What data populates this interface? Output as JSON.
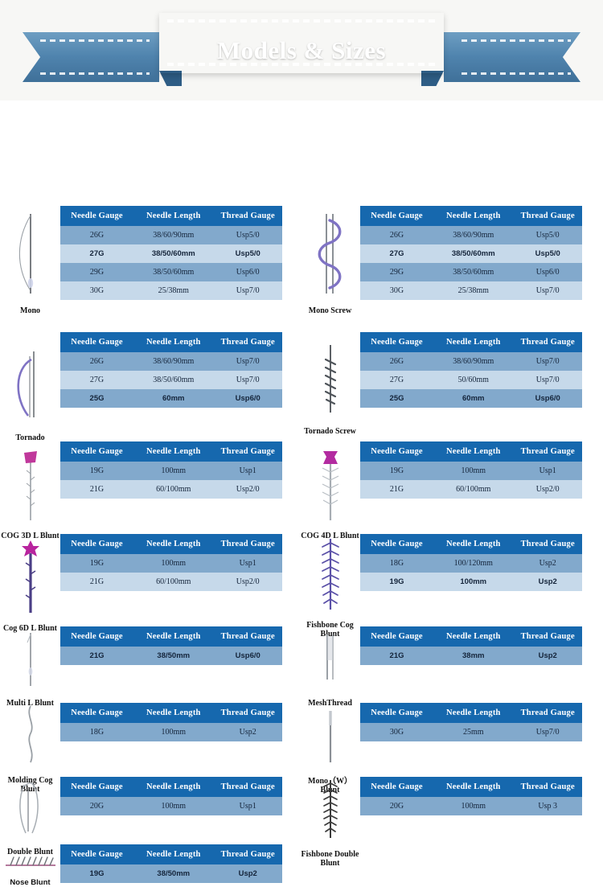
{
  "banner": {
    "title": "Models & Sizes"
  },
  "table_headers": [
    "Needle Gauge",
    "Needle Length",
    "Thread Gauge"
  ],
  "colors": {
    "header_blue": "#1668ae",
    "row_medium": "#82a9cc",
    "row_light": "#c6d9ea",
    "ribbon_blue": "#5b90b9",
    "page_background": "#ffffff"
  },
  "products": [
    {
      "name": "Mono",
      "icon": "mono-needle-icon",
      "rows": [
        {
          "needle_gauge": "26G",
          "needle_length": "38/60/90mm",
          "thread_gauge": "Usp5/0",
          "emphasis": false
        },
        {
          "needle_gauge": "27G",
          "needle_length": "38/50/60mm",
          "thread_gauge": "Usp5/0",
          "emphasis": true
        },
        {
          "needle_gauge": "29G",
          "needle_length": "38/50/60mm",
          "thread_gauge": "Usp6/0",
          "emphasis": false
        },
        {
          "needle_gauge": "30G",
          "needle_length": "25/38mm",
          "thread_gauge": "Usp7/0",
          "emphasis": false
        }
      ]
    },
    {
      "name": "Mono Screw",
      "icon": "mono-screw-needle-icon",
      "rows": [
        {
          "needle_gauge": "26G",
          "needle_length": "38/60/90mm",
          "thread_gauge": "Usp5/0",
          "emphasis": false
        },
        {
          "needle_gauge": "27G",
          "needle_length": "38/50/60mm",
          "thread_gauge": "Usp5/0",
          "emphasis": true
        },
        {
          "needle_gauge": "29G",
          "needle_length": "38/50/60mm",
          "thread_gauge": "Usp6/0",
          "emphasis": false
        },
        {
          "needle_gauge": "30G",
          "needle_length": "25/38mm",
          "thread_gauge": "Usp7/0",
          "emphasis": false
        }
      ]
    },
    {
      "name": "Tornado",
      "icon": "tornado-needle-icon",
      "rows": [
        {
          "needle_gauge": "26G",
          "needle_length": "38/60/90mm",
          "thread_gauge": "Usp7/0",
          "emphasis": false
        },
        {
          "needle_gauge": "27G",
          "needle_length": "38/50/60mm",
          "thread_gauge": "Usp7/0",
          "emphasis": false
        },
        {
          "needle_gauge": "25G",
          "needle_length": "60mm",
          "thread_gauge": "Usp6/0",
          "emphasis": true
        }
      ]
    },
    {
      "name": "Tornado Screw",
      "icon": "tornado-screw-needle-icon",
      "rows": [
        {
          "needle_gauge": "26G",
          "needle_length": "38/60/90mm",
          "thread_gauge": "Usp7/0",
          "emphasis": false
        },
        {
          "needle_gauge": "27G",
          "needle_length": "50/60mm",
          "thread_gauge": "Usp7/0",
          "emphasis": false
        },
        {
          "needle_gauge": "25G",
          "needle_length": "60mm",
          "thread_gauge": "Usp6/0",
          "emphasis": true
        }
      ]
    },
    {
      "name": "COG 3D L Blunt",
      "icon": "cog-3d-l-blunt-icon",
      "rows": [
        {
          "needle_gauge": "19G",
          "needle_length": "100mm",
          "thread_gauge": "Usp1",
          "emphasis": false
        },
        {
          "needle_gauge": "21G",
          "needle_length": "60/100mm",
          "thread_gauge": "Usp2/0",
          "emphasis": false
        }
      ]
    },
    {
      "name": "COG 4D L Blunt",
      "icon": "cog-4d-l-blunt-icon",
      "rows": [
        {
          "needle_gauge": "19G",
          "needle_length": "100mm",
          "thread_gauge": "Usp1",
          "emphasis": false
        },
        {
          "needle_gauge": "21G",
          "needle_length": "60/100mm",
          "thread_gauge": "Usp2/0",
          "emphasis": false
        }
      ]
    },
    {
      "name": "Cog 6D L Blunt",
      "icon": "cog-6d-l-blunt-icon",
      "rows": [
        {
          "needle_gauge": "19G",
          "needle_length": "100mm",
          "thread_gauge": "Usp1",
          "emphasis": false
        },
        {
          "needle_gauge": "21G",
          "needle_length": "60/100mm",
          "thread_gauge": "Usp2/0",
          "emphasis": false
        }
      ]
    },
    {
      "name": "Fishbone Cog Blunt",
      "icon": "fishbone-cog-blunt-icon",
      "rows": [
        {
          "needle_gauge": "18G",
          "needle_length": "100/120mm",
          "thread_gauge": "Usp2",
          "emphasis": false
        },
        {
          "needle_gauge": "19G",
          "needle_length": "100mm",
          "thread_gauge": "Usp2",
          "emphasis": true
        }
      ]
    },
    {
      "name": "Multi L Blunt",
      "icon": "multi-l-blunt-icon",
      "rows": [
        {
          "needle_gauge": "21G",
          "needle_length": "38/50mm",
          "thread_gauge": "Usp6/0",
          "emphasis": true
        }
      ]
    },
    {
      "name": "MeshThread",
      "icon": "mesh-thread-icon",
      "rows": [
        {
          "needle_gauge": "21G",
          "needle_length": "38mm",
          "thread_gauge": "Usp2",
          "emphasis": true
        }
      ]
    },
    {
      "name": "Molding Cog Blunt",
      "icon": "molding-cog-blunt-icon",
      "rows": [
        {
          "needle_gauge": "18G",
          "needle_length": "100mm",
          "thread_gauge": "Usp2",
          "emphasis": false
        }
      ]
    },
    {
      "name": "Mono（W）Blunt",
      "icon": "mono-w-blunt-icon",
      "rows": [
        {
          "needle_gauge": "30G",
          "needle_length": "25mm",
          "thread_gauge": "Usp7/0",
          "emphasis": false
        }
      ]
    },
    {
      "name": "Double Blunt",
      "icon": "double-blunt-icon",
      "rows": [
        {
          "needle_gauge": "20G",
          "needle_length": "100mm",
          "thread_gauge": "Usp1",
          "emphasis": false
        }
      ]
    },
    {
      "name": "Fishbone Double Blunt",
      "icon": "fishbone-double-blunt-icon",
      "rows": [
        {
          "needle_gauge": "20G",
          "needle_length": "100mm",
          "thread_gauge": "Usp 3",
          "emphasis": false
        }
      ]
    },
    {
      "name": "Nose Blunt",
      "icon": "nose-blunt-icon",
      "rows": [
        {
          "needle_gauge": "19G",
          "needle_length": "38/50mm",
          "thread_gauge": "Usp2",
          "emphasis": true
        }
      ]
    }
  ]
}
